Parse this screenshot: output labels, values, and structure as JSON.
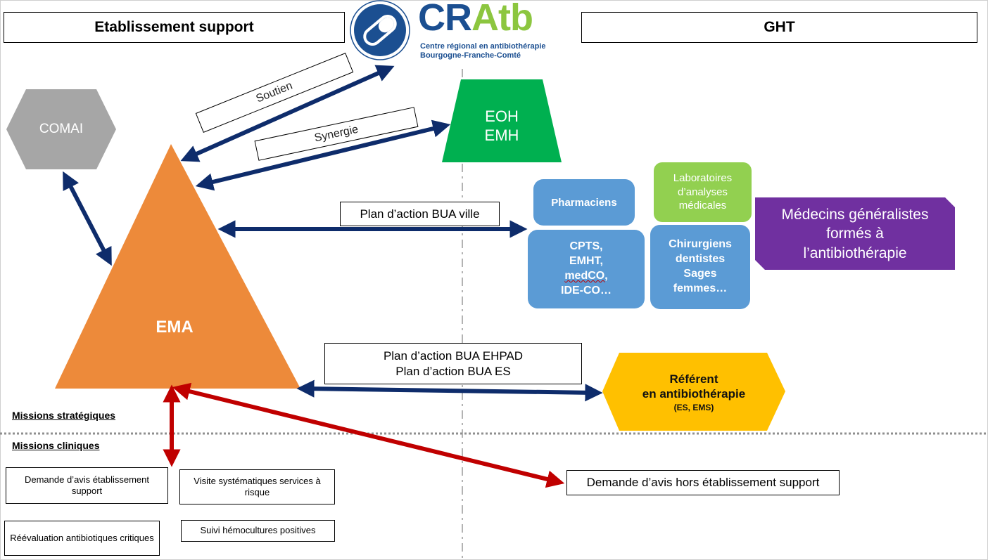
{
  "header": {
    "left_title": "Etablissement support",
    "right_title": "GHT"
  },
  "logo": {
    "name": "CRAtb",
    "tagline_line1": "Centre régional en antibiothérapie",
    "tagline_line2": "Bourgogne-Franche-Comté"
  },
  "nodes": {
    "comai": "COMAI",
    "ema": "EMA",
    "eoh": "EOH",
    "emh": "EMH",
    "pharmaciens": "Pharmaciens",
    "laboratoires": [
      "Laboratoires",
      "d’analyses",
      "médicales"
    ],
    "cpts": [
      "CPTS,",
      "EMHT,",
      "medCO,",
      "IDE-CO…"
    ],
    "chirurgiens": [
      "Chirurgiens",
      "dentistes",
      "Sages",
      "femmes…"
    ],
    "medecins": [
      "Médecins généralistes",
      "formés à",
      "l’antibiothérapie"
    ],
    "referent_line1": "Référent",
    "referent_line2": "en antibiothérapie",
    "referent_line3": "(ES, EMS)"
  },
  "links": {
    "soutien": "Soutien",
    "synergie": "Synergie",
    "bua_ville": "Plan d’action BUA ville",
    "bua_ehpad": "Plan d’action BUA EHPAD",
    "bua_es": "Plan d’action BUA ES",
    "avis_hors": "Demande d’avis hors établissement support"
  },
  "missions": {
    "strategiques": "Missions stratégiques",
    "cliniques": "Missions cliniques"
  },
  "clinical_boxes": {
    "demande_avis": "Demande d’avis établissement support",
    "visite": "Visite systématiques services à risque",
    "reevaluation": "Réévaluation antibiotiques critiques",
    "suivi": "Suivi hémocultures positives"
  },
  "colors": {
    "navy_arrow": "#0e2c6b",
    "red_arrow": "#c00000",
    "ema_orange": "#ed8a3a",
    "comai_grey": "#a6a6a6",
    "eoh_green": "#00b050",
    "blue_card": "#5b9bd5",
    "lab_green": "#92d050",
    "purple": "#7030a0",
    "referent_yellow": "#ffc000",
    "logo_navy": "#1b4f91",
    "logo_green": "#8cc63f"
  }
}
